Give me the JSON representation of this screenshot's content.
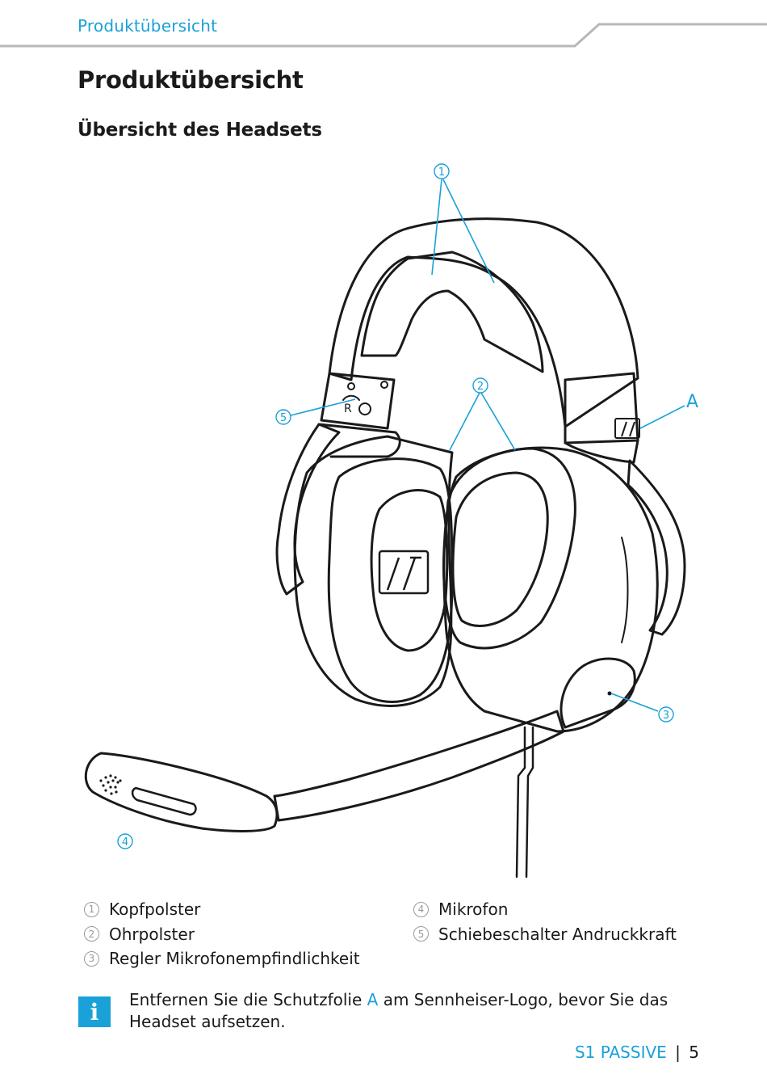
{
  "header": {
    "running_title": "Produktübersicht"
  },
  "page": {
    "title": "Produktübersicht",
    "section_title": "Übersicht des Headsets"
  },
  "figure": {
    "callouts": [
      "1",
      "2",
      "3",
      "4",
      "5"
    ],
    "letter": "A",
    "logo_mark": "Sennheiser logo"
  },
  "legend": {
    "left": [
      {
        "num": "1",
        "label": "Kopfpolster"
      },
      {
        "num": "2",
        "label": "Ohrpolster"
      },
      {
        "num": "3",
        "label": "Regler Mikrofonempfindlichkeit"
      }
    ],
    "right": [
      {
        "num": "4",
        "label": "Mikrofon"
      },
      {
        "num": "5",
        "label": "Schiebeschalter Andruckkraft"
      }
    ]
  },
  "note": {
    "icon": "info-icon",
    "text_before": "Entfernen Sie die Schutzfolie ",
    "accent": "A",
    "text_after": " am Sennheiser-Logo, bevor Sie das Headset aufsetzen."
  },
  "footer": {
    "product": "S1 PASSIVE",
    "separator": "|",
    "page_number": "5"
  },
  "colors": {
    "accent": "#1aa1d8",
    "text": "#1a1a1a",
    "rule": "#b8b8b8"
  }
}
